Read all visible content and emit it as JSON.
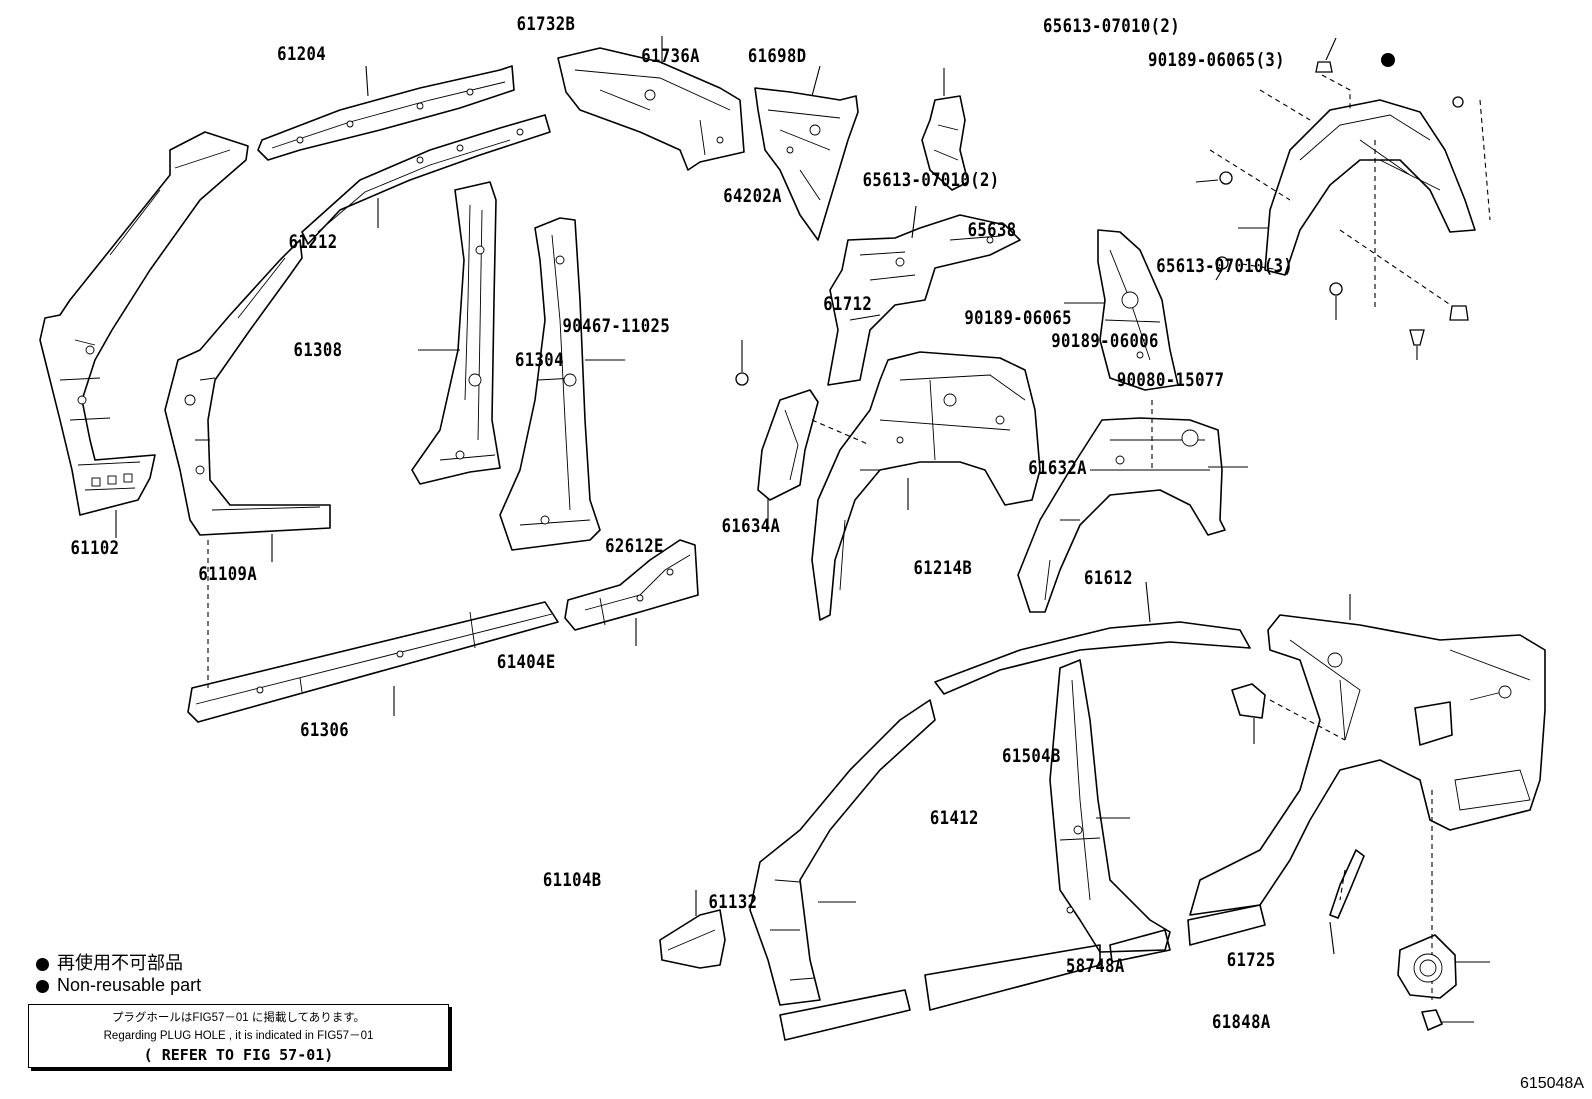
{
  "callouts": {
    "p61204": "61204",
    "p61732B": "61732B",
    "p61736A": "61736A",
    "p61698D": "61698D",
    "p65613_a": "65613-07010(2)",
    "p90189_a": "90189-06065(3)",
    "p65613_b": "65613-07010(2)",
    "p61212": "61212",
    "p64202A": "64202A",
    "p65638": "65638",
    "p65613_c": "65613-07010(3)",
    "p61308": "61308",
    "p61304": "61304",
    "p61712": "61712",
    "p90189_b": "90189-06065",
    "p90467": "90467-11025",
    "p90189_c": "90189-06006",
    "p90080": "90080-15077",
    "p61632A": "61632A",
    "p61102": "61102",
    "p61109A": "61109A",
    "p62612E": "62612E",
    "p61634A": "61634A",
    "p61214B": "61214B",
    "p61612": "61612",
    "p61404E": "61404E",
    "p61306": "61306",
    "p61504B": "61504B",
    "p61412": "61412",
    "p61104B": "61104B",
    "p61132": "61132",
    "p58748A": "58748A",
    "p61725": "61725",
    "p61848A": "61848A"
  },
  "legend": {
    "reusable_label": "再使用不可部品",
    "nonreusable_label": "Non-reusable part",
    "bullet_color": "#000000"
  },
  "note": {
    "japanese": "プラグホールはFIG57－01 に掲載してあります。",
    "english": "Regarding PLUG HOLE , it is indicated in FIG57－01",
    "reference": "( REFER TO FIG 57-01)"
  },
  "figure_id": "615048A"
}
